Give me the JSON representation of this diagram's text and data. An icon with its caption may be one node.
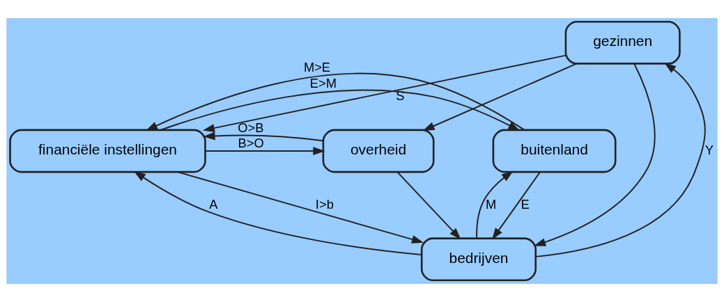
{
  "diagram": {
    "nodes": [
      {
        "text": [
          "gezinnen"
        ]
      },
      {
        "text": [
          "buitenland"
        ]
      },
      {
        "text": [
          "financiële instellingen"
        ]
      },
      {
        "text": [
          "overheid"
        ]
      },
      {
        "text": [
          "bedrijven"
        ]
      }
    ],
    "edges": [
      {
        "from": 0,
        "to": 2,
        "arrow": "to",
        "label": "S"
      },
      {
        "from": 0,
        "to": 3,
        "arrow": "to"
      },
      {
        "from": 0,
        "to": 4,
        "arrow": "to"
      },
      {
        "from": 4,
        "to": 0,
        "arrow": "to",
        "label": "Y"
      },
      {
        "from": 2,
        "to": 1,
        "arrow": "to",
        "label": "E>M"
      },
      {
        "from": 1,
        "to": 2,
        "arrow": "to",
        "label": "M>E"
      },
      {
        "from": 2,
        "to": 3,
        "arrow": "to",
        "label": "B>O"
      },
      {
        "from": 3,
        "to": 2,
        "arrow": "to",
        "label": "O>B"
      },
      {
        "from": 4,
        "to": 2,
        "arrow": "to",
        "label": "A"
      },
      {
        "from": 2,
        "to": 4,
        "arrow": "to",
        "label": "I>b"
      },
      {
        "from": 1,
        "to": 4,
        "arrow": "to",
        "label": "E"
      },
      {
        "from": 4,
        "to": 1,
        "arrow": "to",
        "label": "M"
      },
      {
        "from": 3,
        "to": 4,
        "arrow": "to"
      }
    ]
  }
}
